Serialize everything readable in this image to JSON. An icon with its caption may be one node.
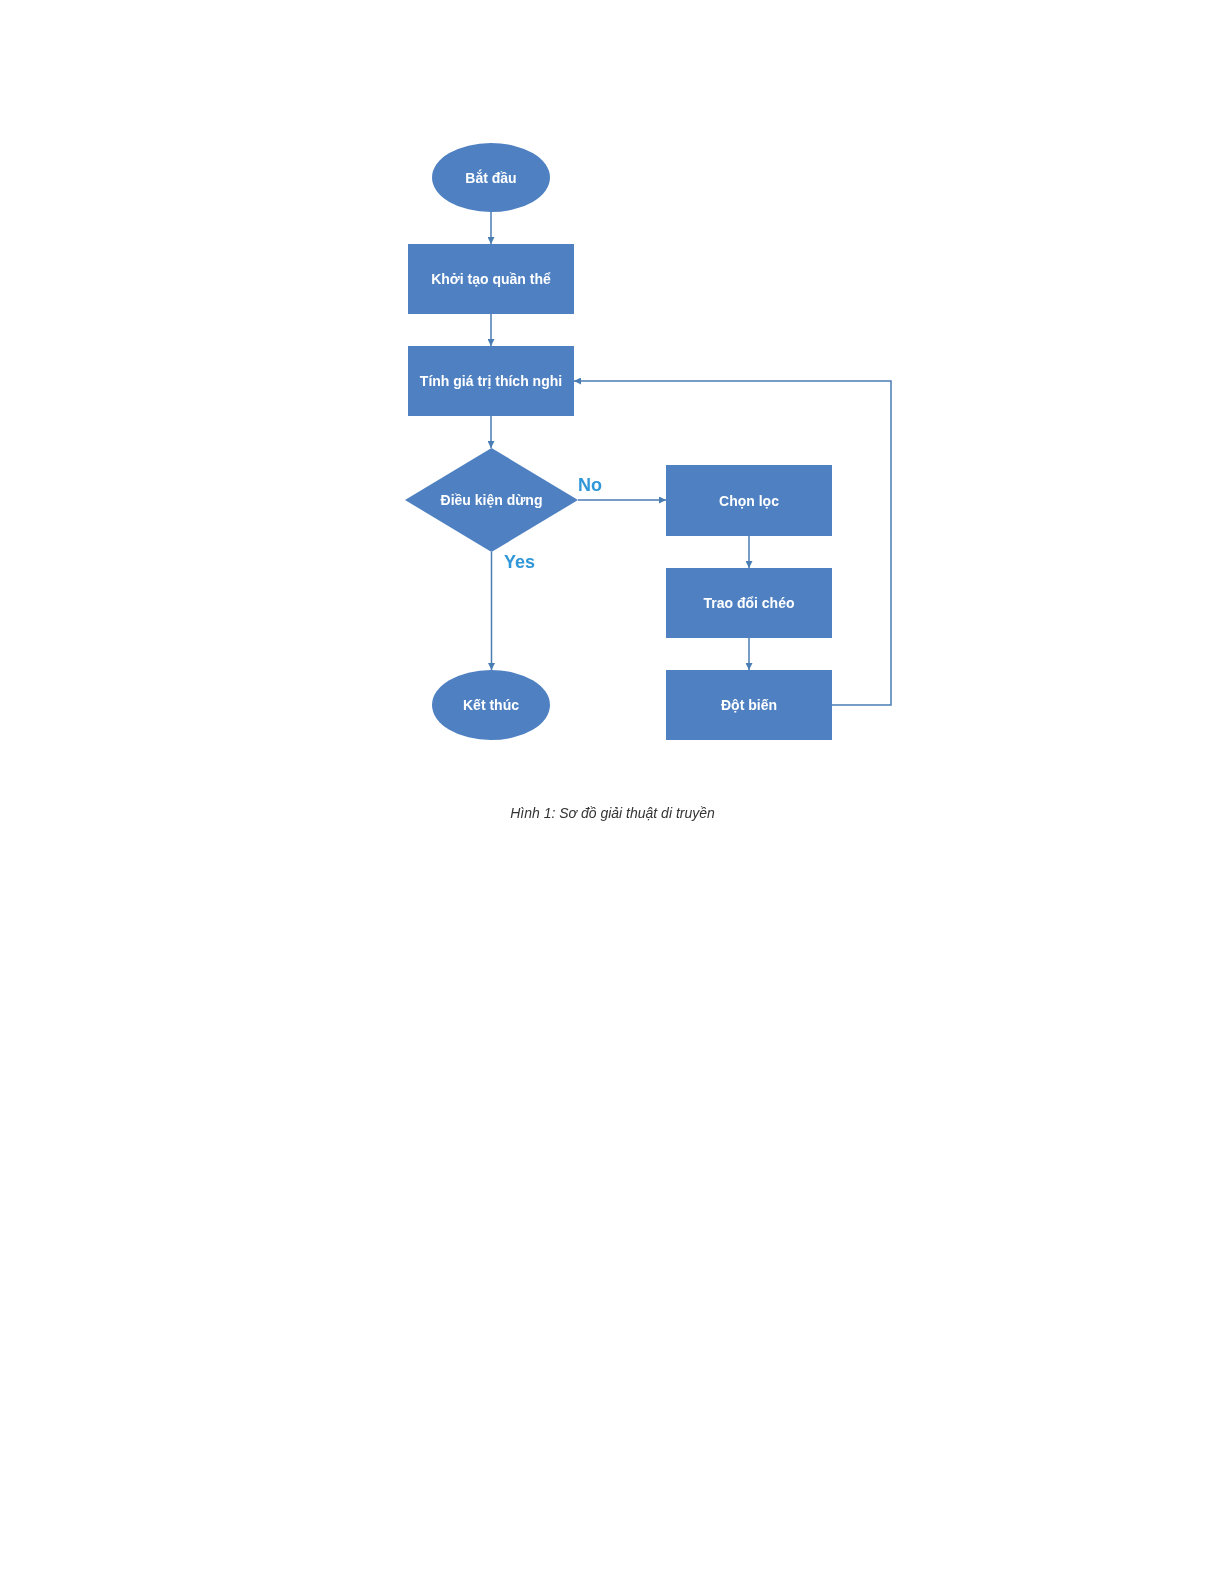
{
  "diagram": {
    "caption": "Hình 1: Sơ đồ giải thuật di truyền",
    "nodes": [
      {
        "text": [
          "Bắt đầu"
        ]
      },
      {
        "text": [
          "Khởi tạo quần thể"
        ]
      },
      {
        "text": [
          "Tính giá trị thích nghi"
        ]
      },
      {
        "text": [
          "Điều kiện dừng"
        ]
      },
      {
        "text": [
          "Chọn lọc"
        ]
      },
      {
        "text": [
          "Trao đổi chéo"
        ]
      },
      {
        "text": [
          "Kết thúc"
        ]
      },
      {
        "text": [
          "Đột biến"
        ]
      }
    ],
    "edges": [
      {
        "from": 0,
        "to": 1,
        "arrow": "to"
      },
      {
        "from": 1,
        "to": 2,
        "arrow": "to"
      },
      {
        "from": 2,
        "to": 3,
        "arrow": "to"
      },
      {
        "from": 3,
        "to": 4,
        "arrow": "to",
        "label": "No"
      },
      {
        "from": 3,
        "to": 6,
        "arrow": "to",
        "label": "Yes"
      },
      {
        "from": 4,
        "to": 5,
        "arrow": "to"
      },
      {
        "from": 5,
        "to": 7,
        "arrow": "to"
      },
      {
        "from": 7,
        "to": 2,
        "arrow": "to"
      }
    ]
  }
}
